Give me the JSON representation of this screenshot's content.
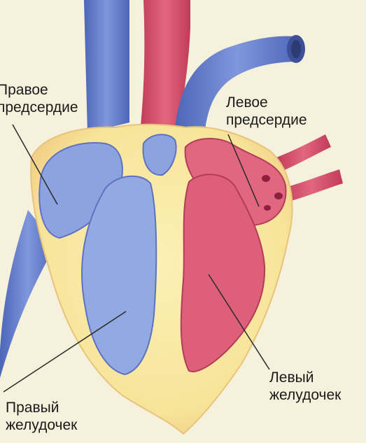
{
  "labels": {
    "right_atrium": {
      "line1": "Правое",
      "line2": "предсердие"
    },
    "left_atrium": {
      "line1": "Левое",
      "line2": "предсердие"
    },
    "right_ventricle": {
      "line1": "Правый",
      "line2": "желудочек"
    },
    "left_ventricle": {
      "line1": "Левый",
      "line2": "желудочек"
    }
  },
  "colors": {
    "background": "#f5f1dc",
    "heart_wall": "#f7e9a6",
    "vein_blue": "#6f86cf",
    "chamber_blue": "#8fa6e0",
    "artery_red": "#d9506a",
    "chamber_red": "#e0607a",
    "pointer": "#2a2a2a"
  }
}
